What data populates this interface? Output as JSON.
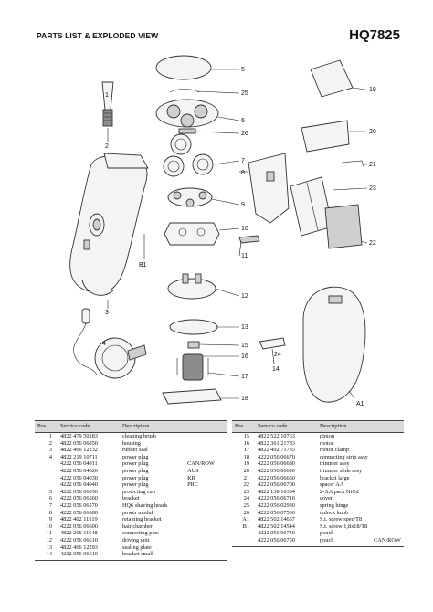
{
  "header": {
    "title": "PARTS LIST & EXPLODED VIEW",
    "model": "HQ7825"
  },
  "callouts": [
    "5",
    "25",
    "6",
    "26",
    "1",
    "2",
    "7",
    "8",
    "9",
    "10",
    "11",
    "B1",
    "12",
    "3",
    "13",
    "15",
    "16",
    "4",
    "14",
    "17",
    "18",
    "19",
    "20",
    "21",
    "23",
    "24",
    "22",
    "A1"
  ],
  "table": {
    "headers": [
      "Pos",
      "Service code",
      "Description"
    ],
    "left_rows": [
      {
        "pos": "1",
        "code": "4822 479 50183",
        "desc": "cleaning brush",
        "extra": ""
      },
      {
        "pos": "2",
        "code": "4822 056 06850",
        "desc": "housing",
        "extra": ""
      },
      {
        "pos": "3",
        "code": "4822 466 12232",
        "desc": "rubber seal",
        "extra": ""
      },
      {
        "pos": "4",
        "code": "4822 219 10711",
        "desc": "power plug",
        "extra": ""
      },
      {
        "pos": "",
        "code": "4222 056 04011",
        "desc": "power plug",
        "extra": "CAN/ROW"
      },
      {
        "pos": "",
        "code": "4222 056 04020",
        "desc": "power plug",
        "extra": "AUS"
      },
      {
        "pos": "",
        "code": "4222 056 04030",
        "desc": "power plug",
        "extra": "KR"
      },
      {
        "pos": "",
        "code": "4222 056 04040",
        "desc": "power plug",
        "extra": "PRC"
      },
      {
        "pos": "5",
        "code": "4222 056 06550",
        "desc": "protecting cap",
        "extra": ""
      },
      {
        "pos": "6",
        "code": "4222 056 06560",
        "desc": "bracket",
        "extra": ""
      },
      {
        "pos": "7",
        "code": "4222 056 06570",
        "desc": "HQ6 shaving heads",
        "extra": ""
      },
      {
        "pos": "8",
        "code": "4222 056 06580",
        "desc": "power modul",
        "extra": ""
      },
      {
        "pos": "9",
        "code": "4822 402 11519",
        "desc": "retaining bracket",
        "extra": ""
      },
      {
        "pos": "10",
        "code": "4222 056 06600",
        "desc": "hair chamber",
        "extra": ""
      },
      {
        "pos": "11",
        "code": "4822 265 11548",
        "desc": "connecting pins",
        "extra": ""
      },
      {
        "pos": "12",
        "code": "4222 056 06610",
        "desc": "driving unit",
        "extra": ""
      },
      {
        "pos": "13",
        "code": "4822 466 12293",
        "desc": "sealing plate",
        "extra": ""
      },
      {
        "pos": "14",
        "code": "4222 056 06610",
        "desc": "bracket small",
        "extra": ""
      }
    ],
    "right_rows": [
      {
        "pos": "15",
        "code": "4822 522 10763",
        "desc": "pinion",
        "extra": ""
      },
      {
        "pos": "16",
        "code": "4822 361 21783",
        "desc": "motor",
        "extra": ""
      },
      {
        "pos": "17",
        "code": "4822 492 71735",
        "desc": "motor clamp",
        "extra": ""
      },
      {
        "pos": "18",
        "code": "4222 056 06670",
        "desc": "connecting strip assy",
        "extra": ""
      },
      {
        "pos": "19",
        "code": "4222 056 06680",
        "desc": "trimmer assy",
        "extra": ""
      },
      {
        "pos": "20",
        "code": "4222 056 06690",
        "desc": "trimmer slide assy",
        "extra": ""
      },
      {
        "pos": "21",
        "code": "4222 056 06650",
        "desc": "bracket large",
        "extra": ""
      },
      {
        "pos": "22",
        "code": "4222 056 06700",
        "desc": "spacer AA",
        "extra": ""
      },
      {
        "pos": "23",
        "code": "4822 138 10354",
        "desc": "2-AA pack NiCd",
        "extra": ""
      },
      {
        "pos": "24",
        "code": "4222 056 06710",
        "desc": "cover",
        "extra": ""
      },
      {
        "pos": "25",
        "code": "4222 056 02930",
        "desc": "spring hinge",
        "extra": ""
      },
      {
        "pos": "26",
        "code": "4222 056 07530",
        "desc": "unlock knob",
        "extra": ""
      },
      {
        "pos": "",
        "code": "",
        "desc": "",
        "extra": ""
      },
      {
        "pos": "A1",
        "code": "4822 502 14657",
        "desc": "S.t. screw spec/T8",
        "extra": ""
      },
      {
        "pos": "B1",
        "code": "4822 502 14544",
        "desc": "S.t. screw 1,8x18/T8",
        "extra": ""
      },
      {
        "pos": "",
        "code": "4222 056 06740",
        "desc": "pouch",
        "extra": ""
      },
      {
        "pos": "",
        "code": "4222 056 06750",
        "desc": "pouch",
        "extra": "CAN/ROW"
      }
    ]
  }
}
